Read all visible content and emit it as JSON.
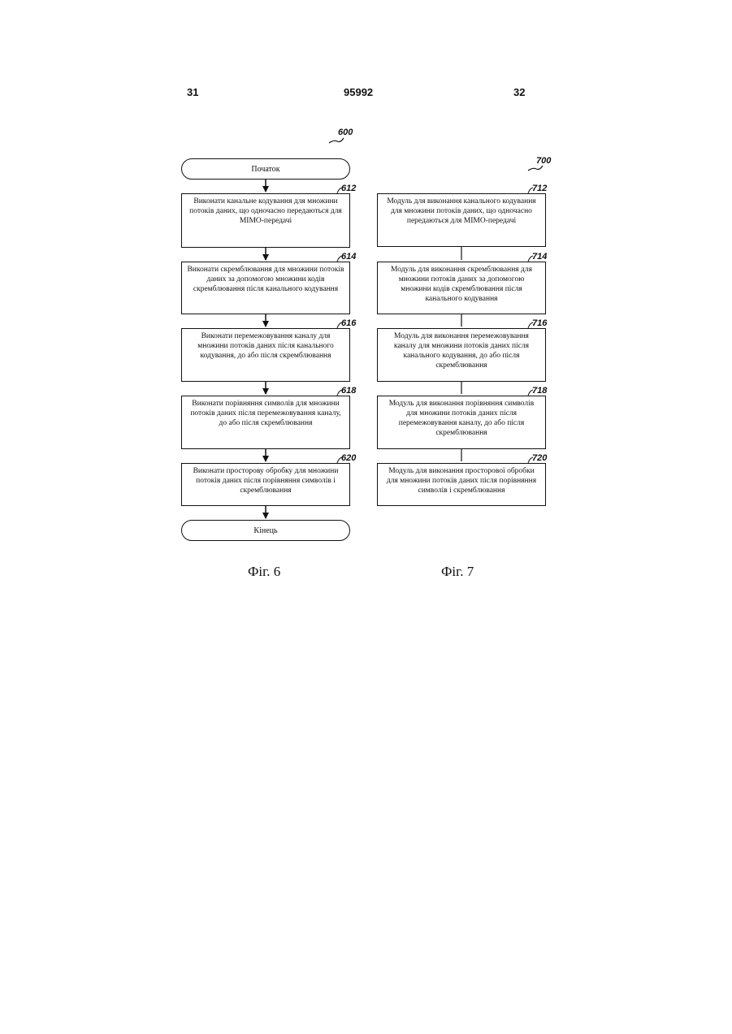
{
  "header": {
    "left_page": "31",
    "center_number": "95992",
    "right_page": "32"
  },
  "fig6": {
    "ref": "600",
    "start": "Початок",
    "steps": [
      {
        "ref": "612",
        "text": "Виконати канальне кодування для множини потоків даних, що одночасно передаються для MIMO-передачі"
      },
      {
        "ref": "614",
        "text": "Виконати скремблювання для множини потоків даних за допомогою множини кодів скремблювання після канального кодування"
      },
      {
        "ref": "616",
        "text": "Виконати перемежовування каналу для множини потоків даних після канального кодування, до або після скремблювання"
      },
      {
        "ref": "618",
        "text": "Виконати порівняння символів для множини потоків даних після перемежовування каналу, до або після скремблювання"
      },
      {
        "ref": "620",
        "text": "Виконати просторову обробку для множини потоків даних після порівняння символів і скремблювання"
      }
    ],
    "end": "Кінець",
    "caption": "Фіг. 6"
  },
  "fig7": {
    "ref": "700",
    "modules": [
      {
        "ref": "712",
        "text": "Модуль для виконання канального кодування для множини потоків даних, що одночасно передаються для MIMO-передачі"
      },
      {
        "ref": "714",
        "text": "Модуль для виконання скремблювання для множини потоків даних за допомогою множини кодів скремблювання після канального кодування"
      },
      {
        "ref": "716",
        "text": "Модуль для виконання перемежовування каналу для множини потоків даних після канального кодування, до або після скремблювання"
      },
      {
        "ref": "718",
        "text": "Модуль для виконання порівняння символів для множини потоків даних після перемежовування каналу, до або після скремблювання"
      },
      {
        "ref": "720",
        "text": "Модуль для виконання просторової обробки для множини потоків даних після порівняння символів і скремблювання"
      }
    ],
    "caption": "Фіг. 7"
  }
}
